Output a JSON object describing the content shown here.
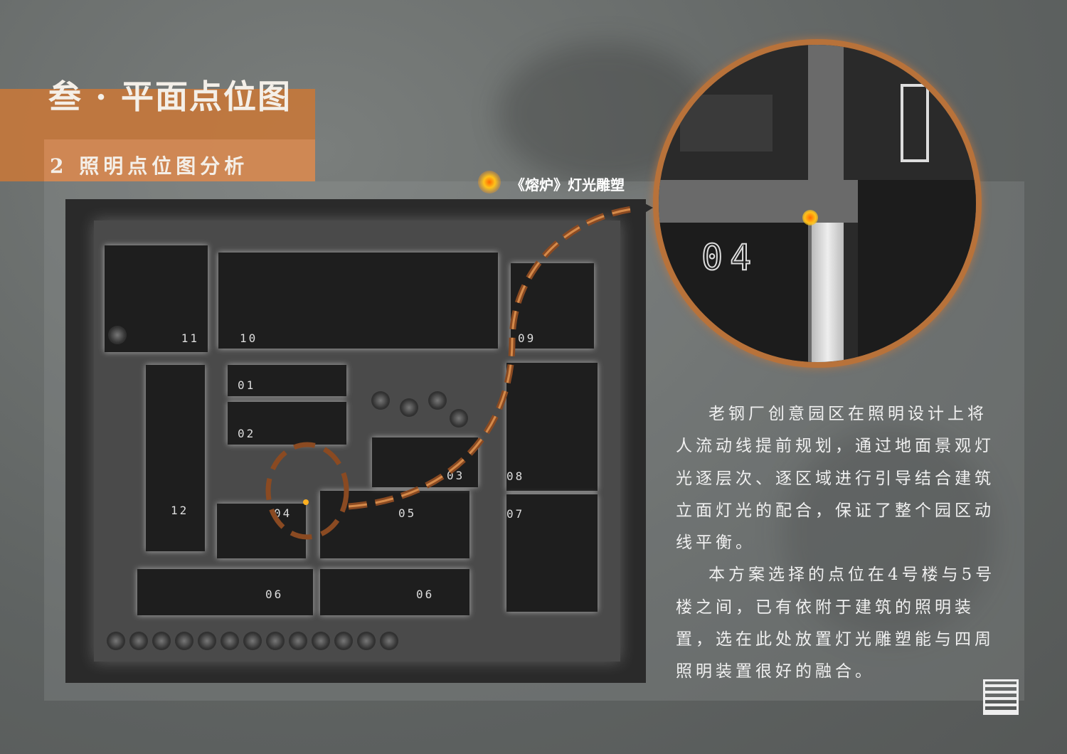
{
  "header": {
    "title": "叁 · 平面点位图",
    "subtitle": "2  照明点位图分析"
  },
  "callout": {
    "label": "《熔炉》灯光雕塑",
    "accent": "#f5a623"
  },
  "plan": {
    "buildings": [
      "11",
      "10",
      "09",
      "01",
      "02",
      "12",
      "04",
      "05",
      "03",
      "08",
      "07",
      "06",
      "06"
    ]
  },
  "magnifier": {
    "label": "04"
  },
  "description": {
    "paragraphs": [
      "老钢厂创意园区在照明设计上将人流动线提前规划，通过地面景观灯光逐层次、逐区域进行引导结合建筑立面灯光的配合，保证了整个园区动线平衡。",
      "本方案选择的点位在4号楼与5号楼之间，已有依附于建筑的照明装置，选在此处放置灯光雕塑能与四周照明装置很好的融合。"
    ]
  },
  "colors": {
    "orange": "#c4773c",
    "dash": "#8a4a22"
  }
}
